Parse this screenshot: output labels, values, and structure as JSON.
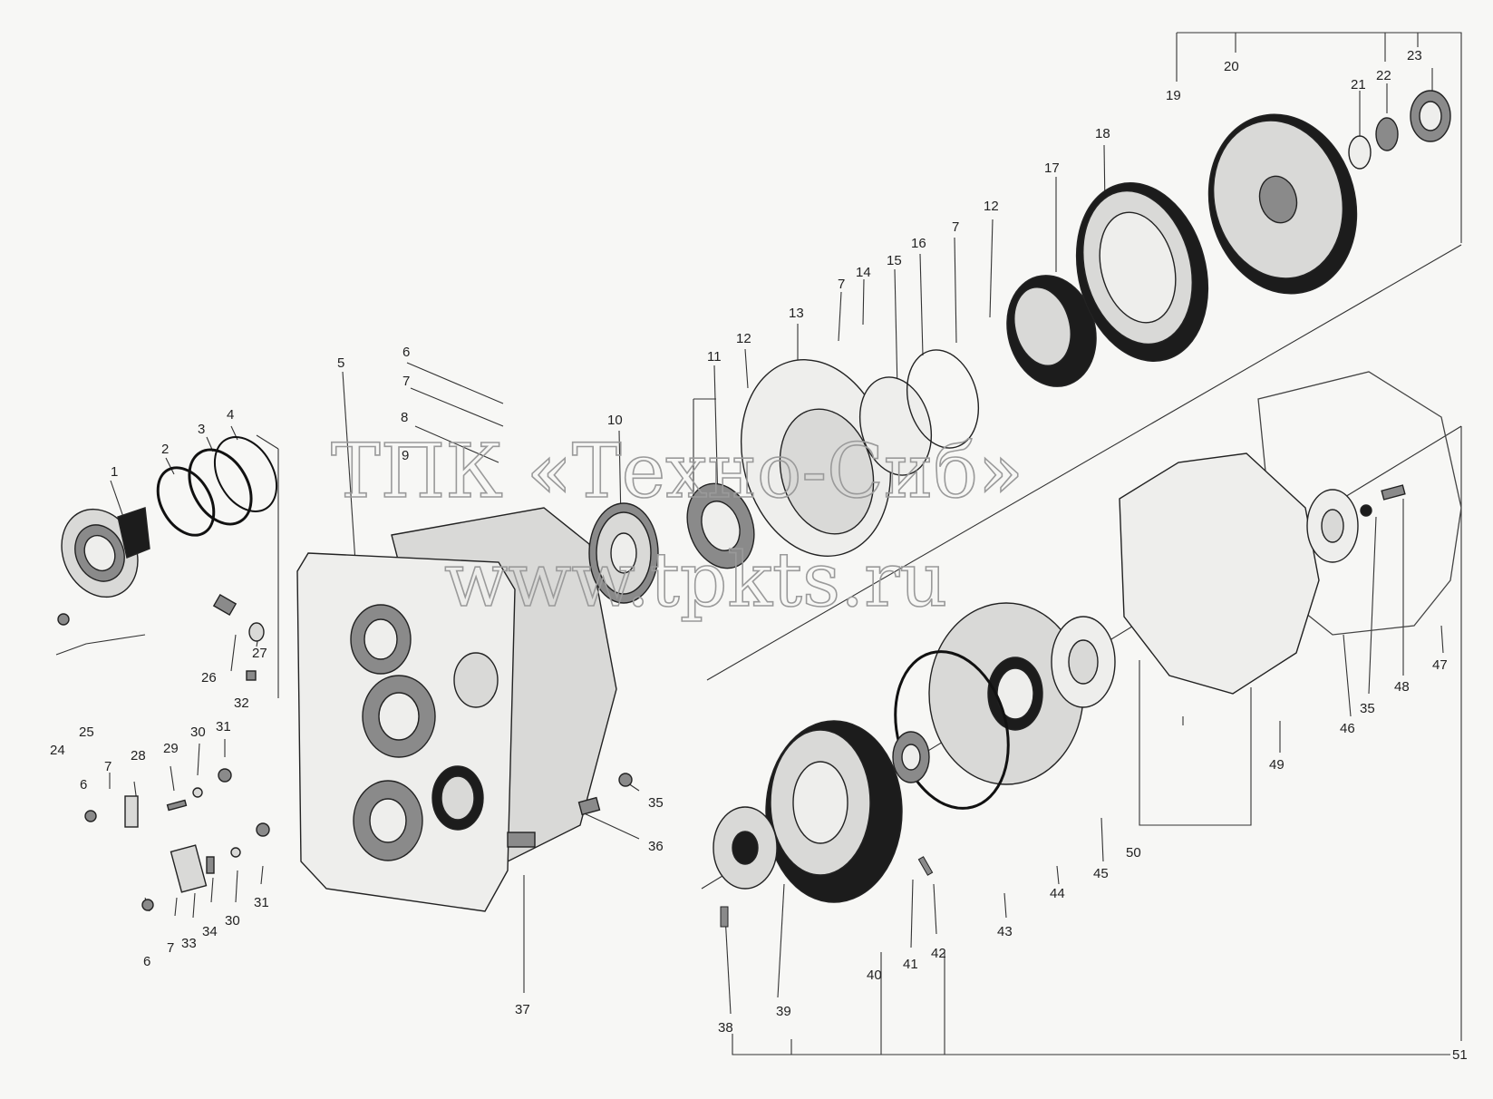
{
  "watermark": {
    "line1": "ТПК «Техно-Сиб»",
    "line2": "www.tpkts.ru"
  },
  "callouts": [
    "1",
    "2",
    "3",
    "4",
    "5",
    "6",
    "7",
    "8",
    "9",
    "10",
    "11",
    "12",
    "12",
    "13",
    "7",
    "14",
    "15",
    "16",
    "7",
    "17",
    "18",
    "19",
    "20",
    "21",
    "22",
    "23",
    "24",
    "25",
    "26",
    "27",
    "32",
    "28",
    "29",
    "30",
    "31",
    "6",
    "7",
    "30",
    "31",
    "33",
    "34",
    "6",
    "7",
    "35",
    "36",
    "37",
    "38",
    "39",
    "40",
    "41",
    "42",
    "43",
    "44",
    "45",
    "50",
    "46",
    "35",
    "48",
    "47",
    "49",
    "51"
  ]
}
